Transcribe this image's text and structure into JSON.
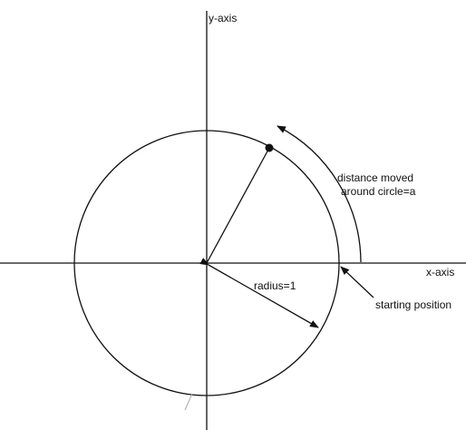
{
  "axes": {
    "y_label": "y-axis",
    "x_label": "x-axis"
  },
  "annotations": {
    "arc_label_line1": "distance moved",
    "arc_label_line2": "around circle=a",
    "radius_label": "radius=1",
    "start_label": "starting position"
  },
  "colors": {
    "ink": "#111111",
    "background": "#ffffff"
  }
}
